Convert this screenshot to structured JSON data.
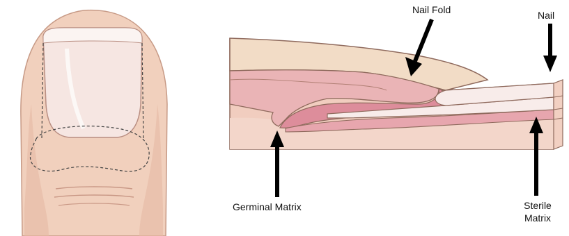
{
  "labels": {
    "nail_fold": "Nail Fold",
    "nail": "Nail",
    "germinal_matrix": "Germinal Matrix",
    "sterile_matrix_line1": "Sterile",
    "sterile_matrix_line2": "Matrix"
  },
  "colors": {
    "skin": "#f2d4c4",
    "skin_shadow": "#e8bca8",
    "nail_plate": "#f5e8e4",
    "matrix_pink": "#e39aa6",
    "matrix_light": "#f0c0c6",
    "nail_fold_top": "#f2dcc8",
    "arrow": "#000000"
  }
}
